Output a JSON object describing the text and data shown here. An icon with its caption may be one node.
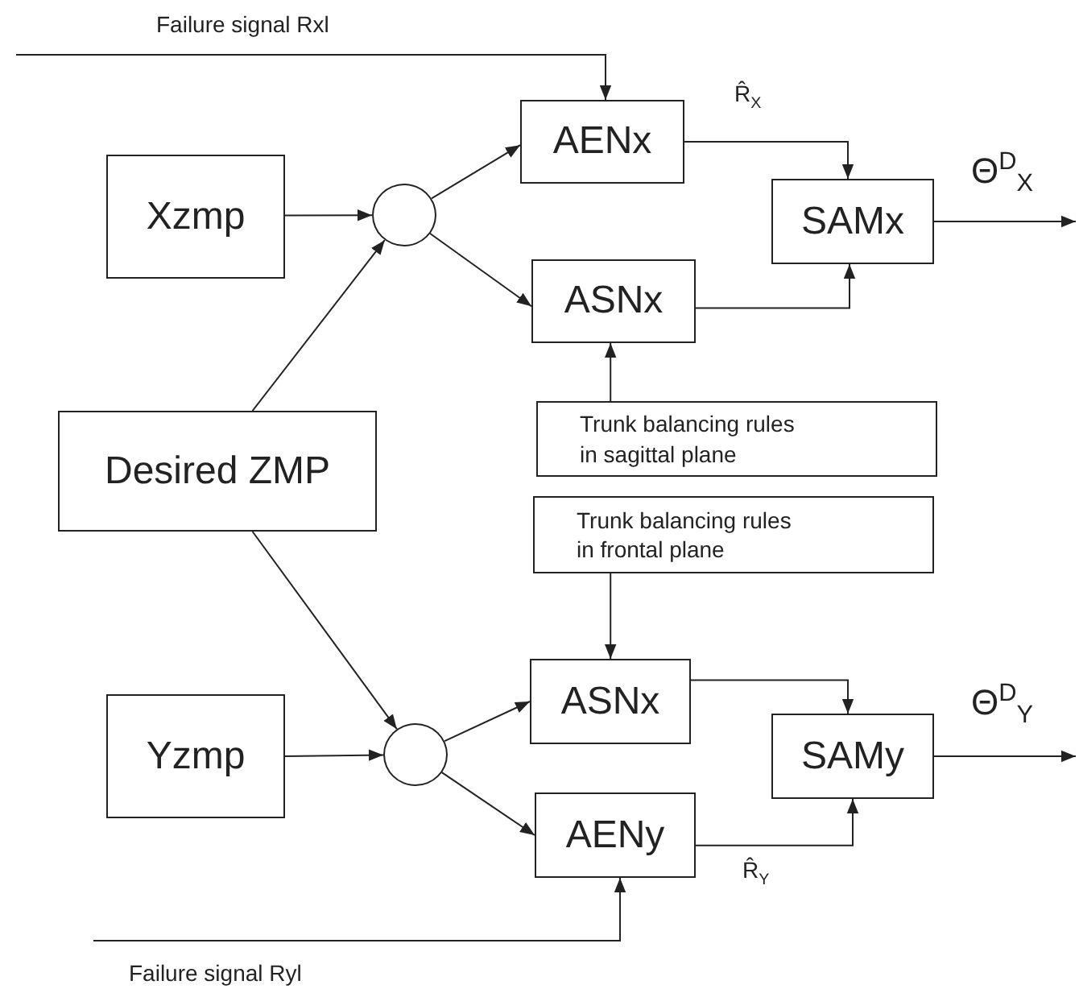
{
  "diagram": {
    "nodes": [
      {
        "text": [
          "Xzmp"
        ]
      },
      {
        "text": [],
        "shape": "circle"
      },
      {
        "text": [
          "AENx"
        ]
      },
      {
        "text": [
          "ASNx"
        ]
      },
      {
        "text": [
          "SAMx"
        ]
      },
      {
        "text": [
          "Desired ZMP"
        ]
      },
      {
        "text": [
          "Trunk balancing rules in sagittal plane"
        ]
      },
      {
        "text": [
          "Trunk balancing rules in frontal plane"
        ]
      },
      {
        "text": [
          "Yzmp"
        ]
      },
      {
        "text": [],
        "shape": "circle"
      },
      {
        "text": [
          "ASNx"
        ]
      },
      {
        "text": [
          "AENy"
        ]
      },
      {
        "text": [
          "SAMy"
        ]
      }
    ],
    "edges": [
      {
        "from": null,
        "to": 2,
        "arrow": "to",
        "label": "Failure signal  Rxl"
      },
      {
        "from": 0,
        "to": 1,
        "arrow": "to"
      },
      {
        "from": 5,
        "to": 1,
        "arrow": "to"
      },
      {
        "from": 1,
        "to": 2,
        "arrow": "to"
      },
      {
        "from": 1,
        "to": 3,
        "arrow": "to"
      },
      {
        "from": 2,
        "to": 4,
        "arrow": "to",
        "label": "R̂$_{X}$"
      },
      {
        "from": 3,
        "to": 4,
        "arrow": "to"
      },
      {
        "from": 4,
        "to": null,
        "arrow": "to",
        "label": "Θ$^{D}$$_{X}$"
      },
      {
        "from": 6,
        "to": 3,
        "arrow": "to"
      },
      {
        "from": 7,
        "to": 10,
        "arrow": "to"
      },
      {
        "from": 5,
        "to": 9,
        "arrow": "to"
      },
      {
        "from": 8,
        "to": 9,
        "arrow": "to"
      },
      {
        "from": 9,
        "to": 10,
        "arrow": "to"
      },
      {
        "from": 9,
        "to": 11,
        "arrow": "to"
      },
      {
        "from": 10,
        "to": 12,
        "arrow": "to"
      },
      {
        "from": 11,
        "to": 12,
        "arrow": "to",
        "label": "R̂$_{Y}$"
      },
      {
        "from": 12,
        "to": null,
        "arrow": "to",
        "label": "Θ$^{D}$$_{Y}$"
      },
      {
        "from": null,
        "to": 11,
        "arrow": "to",
        "label": "Failure signal  Ryl"
      }
    ]
  }
}
